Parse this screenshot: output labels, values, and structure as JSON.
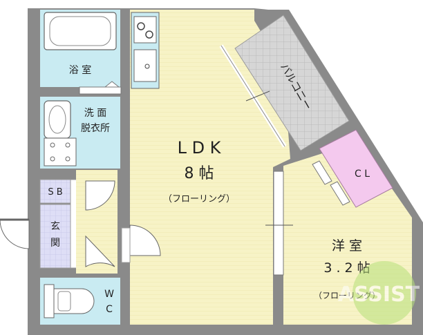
{
  "rooms": {
    "bath": "浴 室",
    "wash_line1": "洗 面",
    "wash_line2": "脱衣所",
    "sb": "S B",
    "entry_line1": "玄",
    "entry_line2": "関",
    "wc_line1": "W",
    "wc_line2": "C",
    "ldk_line1": "L D K",
    "ldk_line2": "8 帖",
    "ldk_floor": "（フローリング）",
    "balcony": "バルコニー",
    "closet": "C L",
    "western_line1": "洋 室",
    "western_line2": "3 . 2 帖",
    "western_floor": "（フローリング）"
  },
  "watermark": "ASSIST",
  "colors": {
    "wall": "#8a8a8a",
    "floor": "#f7f3c6",
    "wet_area": "#c9ebf2",
    "tile": "#dcdcf5",
    "balcony": "#d3d3d3",
    "closet": "#f4c9ee",
    "watermark": "#9ed65a"
  }
}
